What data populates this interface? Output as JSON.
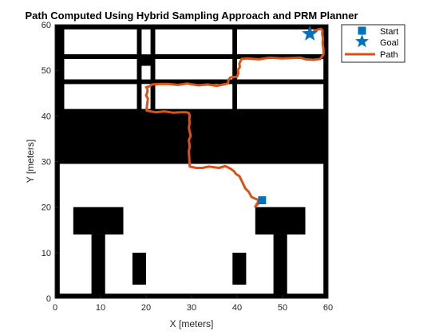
{
  "chart_data": {
    "type": "line",
    "title": "Path Computed Using Hybrid Sampling Approach and PRM Planner",
    "xlabel": "X [meters]",
    "ylabel": "Y [meters]",
    "xlim": [
      0,
      60
    ],
    "ylim": [
      0,
      60
    ],
    "xticks": [
      0,
      10,
      20,
      30,
      40,
      50,
      60
    ],
    "yticks": [
      0,
      10,
      20,
      30,
      40,
      50,
      60
    ],
    "grid": false,
    "legend_position": "outside-top-right",
    "background_map": {
      "free_color": "#ffffff",
      "occupied_color": "#000000",
      "occupied_regions": [
        {
          "x": [
            0,
            60
          ],
          "y": [
            59,
            60
          ]
        },
        {
          "x": [
            0,
            60
          ],
          "y": [
            0,
            1
          ]
        },
        {
          "x": [
            0,
            1
          ],
          "y": [
            0,
            60
          ]
        },
        {
          "x": [
            59,
            60
          ],
          "y": [
            0,
            60
          ]
        },
        {
          "x": [
            1,
            59
          ],
          "y": [
            29.5,
            40.5
          ]
        },
        {
          "x": [
            1,
            59
          ],
          "y": [
            40.5,
            41.5
          ]
        },
        {
          "x": [
            1,
            59
          ],
          "y": [
            47,
            48
          ]
        },
        {
          "x": [
            1,
            59
          ],
          "y": [
            52.5,
            53.5
          ]
        },
        {
          "x": [
            18,
            19
          ],
          "y": [
            41.5,
            59
          ]
        },
        {
          "x": [
            21,
            22
          ],
          "y": [
            41.5,
            59
          ]
        },
        {
          "x": [
            39,
            40
          ],
          "y": [
            41.5,
            59
          ]
        },
        {
          "x": [
            1,
            2
          ],
          "y": [
            41.5,
            59
          ]
        },
        {
          "x": [
            18.5,
            21.5
          ],
          "y": [
            51,
            53
          ]
        },
        {
          "x": [
            4,
            15
          ],
          "y": [
            14,
            20
          ]
        },
        {
          "x": [
            8,
            11
          ],
          "y": [
            0,
            14
          ]
        },
        {
          "x": [
            17,
            20
          ],
          "y": [
            3,
            10
          ]
        },
        {
          "x": [
            39,
            42
          ],
          "y": [
            3,
            10
          ]
        },
        {
          "x": [
            44,
            55
          ],
          "y": [
            14,
            20
          ]
        },
        {
          "x": [
            48,
            51
          ],
          "y": [
            0,
            14
          ]
        }
      ],
      "free_regions": [
        {
          "x": [
            2,
            18
          ],
          "y": [
            41.5,
            47
          ]
        },
        {
          "x": [
            2,
            18
          ],
          "y": [
            48,
            52.5
          ]
        },
        {
          "x": [
            2,
            18
          ],
          "y": [
            53.5,
            59
          ]
        },
        {
          "x": [
            19,
            21
          ],
          "y": [
            41.5,
            51
          ]
        },
        {
          "x": [
            19,
            21
          ],
          "y": [
            53,
            59
          ]
        },
        {
          "x": [
            22,
            39
          ],
          "y": [
            41.5,
            47
          ]
        },
        {
          "x": [
            22,
            39
          ],
          "y": [
            48,
            52.5
          ]
        },
        {
          "x": [
            22,
            39
          ],
          "y": [
            53.5,
            59
          ]
        },
        {
          "x": [
            40,
            59
          ],
          "y": [
            41.5,
            47
          ]
        },
        {
          "x": [
            40,
            59
          ],
          "y": [
            48,
            52.5
          ]
        },
        {
          "x": [
            40,
            59
          ],
          "y": [
            53.5,
            59
          ]
        },
        {
          "x": [
            1,
            59
          ],
          "y": [
            1,
            29.5
          ]
        }
      ]
    },
    "series": [
      {
        "name": "Start",
        "marker": "square",
        "color": "#0072BD",
        "x": [
          45.5
        ],
        "y": [
          21.5
        ]
      },
      {
        "name": "Goal",
        "marker": "star",
        "color": "#0072BD",
        "x": [
          56
        ],
        "y": [
          58
        ]
      },
      {
        "name": "Path",
        "marker": "line",
        "color": "#D95319",
        "x": [
          45.5,
          44.5,
          44.0,
          44.8,
          43.2,
          42.6,
          41.8,
          41.2,
          40.8,
          40.5,
          39.7,
          39.4,
          38.6,
          37.4,
          36.0,
          33.8,
          32.4,
          31.0,
          29.6,
          29.5,
          29.4,
          29.6,
          29.4,
          29.8,
          29.4,
          29.6,
          29.5,
          29.6,
          29.3,
          28.8,
          27.6,
          26.0,
          24.0,
          22.2,
          21.0,
          20.1,
          20.2,
          20.4,
          20.0,
          20.3,
          20.3,
          20.0,
          20.8,
          21.3,
          23.0,
          25.0,
          27.0,
          29.0,
          31.5,
          33.5,
          35.5,
          37.0,
          38.0,
          38.1,
          38.5,
          38.8,
          40.0,
          40.3,
          40.2,
          40.6,
          40.5,
          41.0,
          42.3,
          44.8,
          47.2,
          49.8,
          52.0,
          53.8,
          55.2,
          56.8,
          58.3,
          59.0,
          59.0,
          58.8,
          58.9,
          58.7,
          58.8,
          58.4,
          57.6,
          57.0,
          56.0
        ],
        "y": [
          21.5,
          20.6,
          20.1,
          21.5,
          22.2,
          23.3,
          24.1,
          25.4,
          26.2,
          26.8,
          27.3,
          27.8,
          28.4,
          29.0,
          28.6,
          28.9,
          28.6,
          28.6,
          28.9,
          30.8,
          32.3,
          33.2,
          34.7,
          35.6,
          37.4,
          38.5,
          39.2,
          40.2,
          40.7,
          40.8,
          40.8,
          40.7,
          41.0,
          40.8,
          41.0,
          41.2,
          42.2,
          43.8,
          44.5,
          45.2,
          46.1,
          46.3,
          46.5,
          46.9,
          47.0,
          47.0,
          46.8,
          47.1,
          46.7,
          46.9,
          46.6,
          46.9,
          47.1,
          47.9,
          48.4,
          48.5,
          48.6,
          49.4,
          50.1,
          50.7,
          51.5,
          52.5,
          52.6,
          52.4,
          52.8,
          52.6,
          52.7,
          52.8,
          52.4,
          52.3,
          52.5,
          53.5,
          54.5,
          56.0,
          57.0,
          58.0,
          58.7,
          59.1,
          58.9,
          58.6,
          58.0
        ]
      }
    ]
  }
}
